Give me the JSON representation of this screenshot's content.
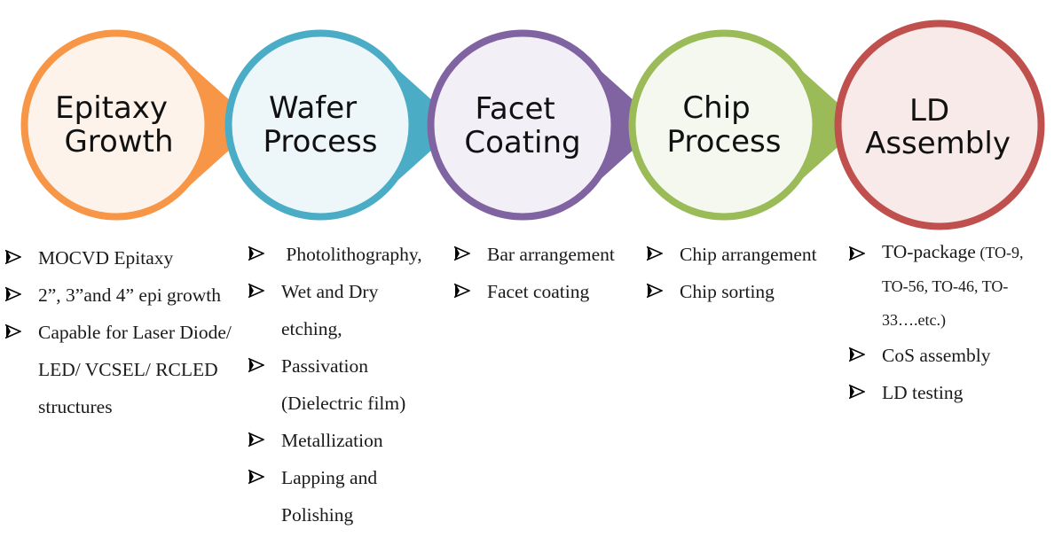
{
  "stages": [
    {
      "title_lines": [
        "Epitaxy",
        "Growth"
      ],
      "color": "#F79646",
      "fill": "#FEF3EA",
      "items": [
        {
          "text": "MOCVD Epitaxy"
        },
        {
          "text": "2”, 3”and 4” epi growth"
        },
        {
          "text": "Capable for Laser Diode/ LED/ VCSEL/ RCLED structures"
        }
      ]
    },
    {
      "title_lines": [
        "Wafer",
        "Process"
      ],
      "color": "#4BACC6",
      "fill": "#EDF6F9",
      "items": [
        {
          "text": " Photolithography,"
        },
        {
          "text": "Wet and Dry etching,"
        },
        {
          "text": "Passivation (Dielectric film)"
        },
        {
          "text": "Metallization"
        },
        {
          "text": "Lapping and Polishing"
        }
      ]
    },
    {
      "title_lines": [
        "Facet",
        "Coating"
      ],
      "color": "#8064A2",
      "fill": "#F2EFF6",
      "items": [
        {
          "text": "Bar arrangement"
        },
        {
          "text": "Facet coating"
        }
      ]
    },
    {
      "title_lines": [
        "Chip",
        "Process"
      ],
      "color": "#9BBB59",
      "fill": "#F5F8EF",
      "items": [
        {
          "text": "Chip arrangement"
        },
        {
          "text": "Chip sorting"
        }
      ]
    },
    {
      "title_lines": [
        "LD",
        "Assembly"
      ],
      "color": "#C0504D",
      "fill": "#F9EAEA",
      "items": [
        {
          "text": "TO-package",
          "note": " (TO-9, TO-56, TO-46, TO-33….etc.)"
        },
        {
          "text": "CoS assembly"
        },
        {
          "text": "LD testing"
        }
      ]
    }
  ]
}
